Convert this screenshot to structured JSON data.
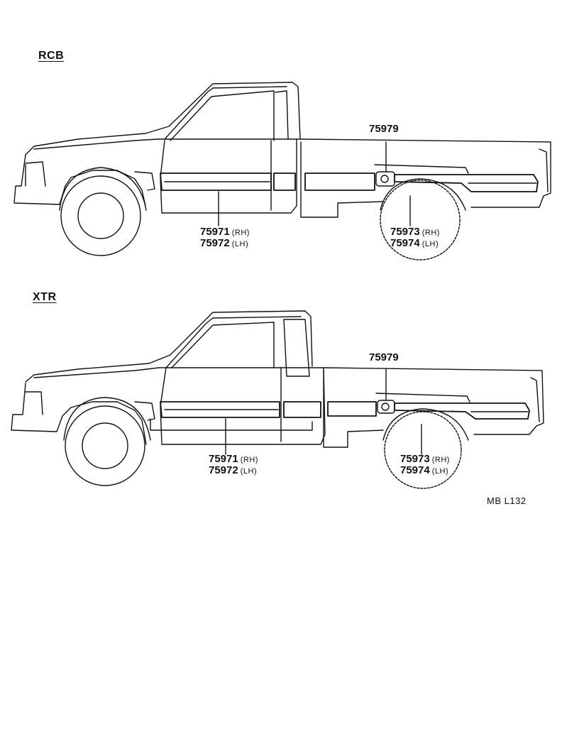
{
  "sections": [
    {
      "title": "RCB",
      "callouts": {
        "emblem": {
          "part": "75979"
        },
        "front": [
          {
            "part": "75971",
            "side": "(RH)"
          },
          {
            "part": "75972",
            "side": "(LH)"
          }
        ],
        "rear": [
          {
            "part": "75973",
            "side": "(RH)"
          },
          {
            "part": "75974",
            "side": "(LH)"
          }
        ]
      }
    },
    {
      "title": "XTR",
      "callouts": {
        "emblem": {
          "part": "75979"
        },
        "front": [
          {
            "part": "75971",
            "side": "(RH)"
          },
          {
            "part": "75972",
            "side": "(LH)"
          }
        ],
        "rear": [
          {
            "part": "75973",
            "side": "(RH)"
          },
          {
            "part": "75974",
            "side": "(LH)"
          }
        ]
      }
    }
  ],
  "drawing_code": "MB  L132"
}
